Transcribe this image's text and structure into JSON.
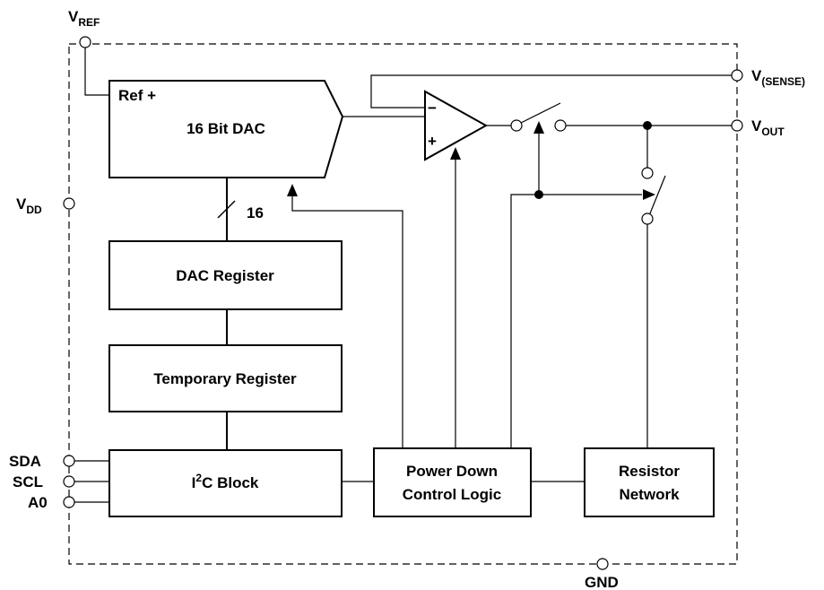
{
  "pins": {
    "vref": {
      "main": "V",
      "sub": "REF"
    },
    "vsense": {
      "main": "V",
      "sub": "(SENSE)"
    },
    "vout": {
      "main": "V",
      "sub": "OUT"
    },
    "vdd": {
      "main": "V",
      "sub": "DD"
    },
    "sda": "SDA",
    "scl": "SCL",
    "a0": "A0",
    "gnd": "GND"
  },
  "blocks": {
    "dac": {
      "ref_label": "Ref +",
      "label": "16 Bit DAC"
    },
    "bus_width": "16",
    "dac_register": "DAC Register",
    "temporary_register": "Temporary Register",
    "i2c_block": {
      "prefix": "I",
      "superscript": "2",
      "suffix": "C Block"
    },
    "power_down": {
      "line1": "Power Down",
      "line2": "Control Logic"
    },
    "resistor_network": {
      "line1": "Resistor",
      "line2": "Network"
    }
  },
  "amplifier": {
    "inverting": "−",
    "noninverting": "+"
  }
}
